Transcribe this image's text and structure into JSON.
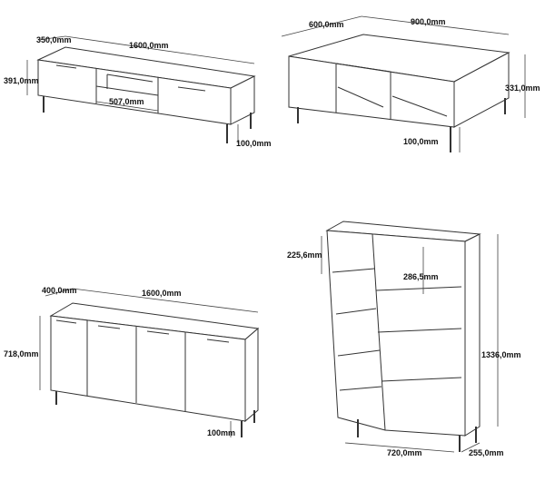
{
  "figures": {
    "tv_unit": {
      "depth": "350,0mm",
      "width": "1600,0mm",
      "height": "391,0mm",
      "shelf": "507,0mm",
      "leg": "100,0mm"
    },
    "coffee_table": {
      "depth": "600,0mm",
      "width": "900,0mm",
      "height": "331,0mm",
      "leg": "100,0mm"
    },
    "sideboard": {
      "depth": "400,0mm",
      "width": "1600,0mm",
      "height": "718,0mm",
      "leg": "100mm"
    },
    "bookcase": {
      "shelf_a": "225,6mm",
      "shelf_b": "286,5mm",
      "height": "1336,0mm",
      "width": "720,0mm",
      "depth": "255,0mm"
    }
  }
}
